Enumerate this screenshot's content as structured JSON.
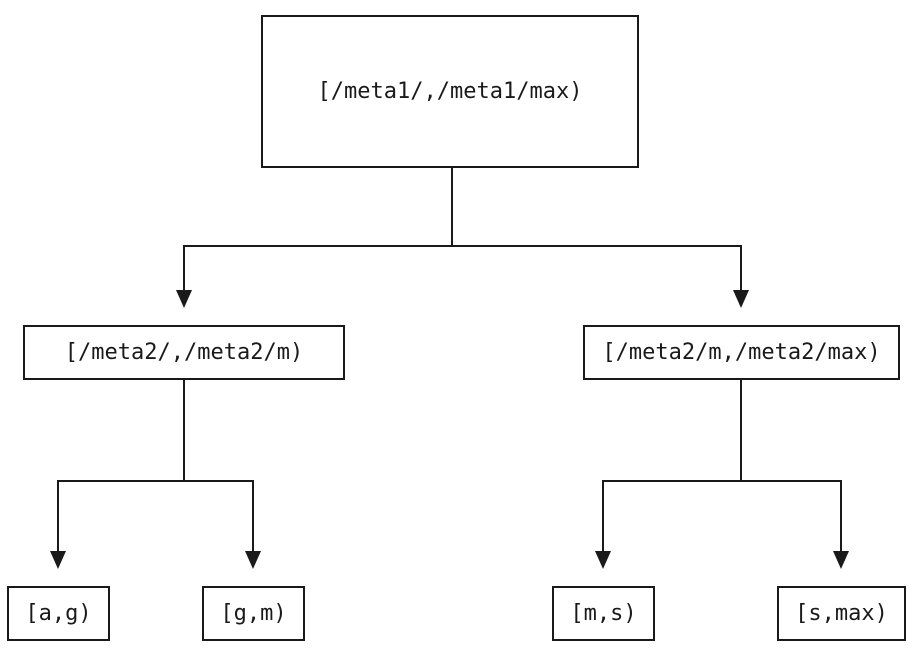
{
  "diagram": {
    "type": "tree",
    "colors": {
      "line": "#1a1a1a",
      "background": "#ffffff",
      "node_fill": "#ffffff",
      "node_border": "#1a1a1a"
    },
    "nodes": {
      "root": {
        "label": "[/meta1/,/meta1/max)"
      },
      "left": {
        "label": "[/meta2/,/meta2/m)"
      },
      "right": {
        "label": "[/meta2/m,/meta2/max)"
      },
      "leaf_ag": {
        "label": "[a,g)"
      },
      "leaf_gm": {
        "label": "[g,m)"
      },
      "leaf_ms": {
        "label": "[m,s)"
      },
      "leaf_smax": {
        "label": "[s,max)"
      }
    },
    "edges": [
      {
        "from": "root",
        "to": "left"
      },
      {
        "from": "root",
        "to": "right"
      },
      {
        "from": "left",
        "to": "leaf_ag"
      },
      {
        "from": "left",
        "to": "leaf_gm"
      },
      {
        "from": "right",
        "to": "leaf_ms"
      },
      {
        "from": "right",
        "to": "leaf_smax"
      }
    ]
  }
}
